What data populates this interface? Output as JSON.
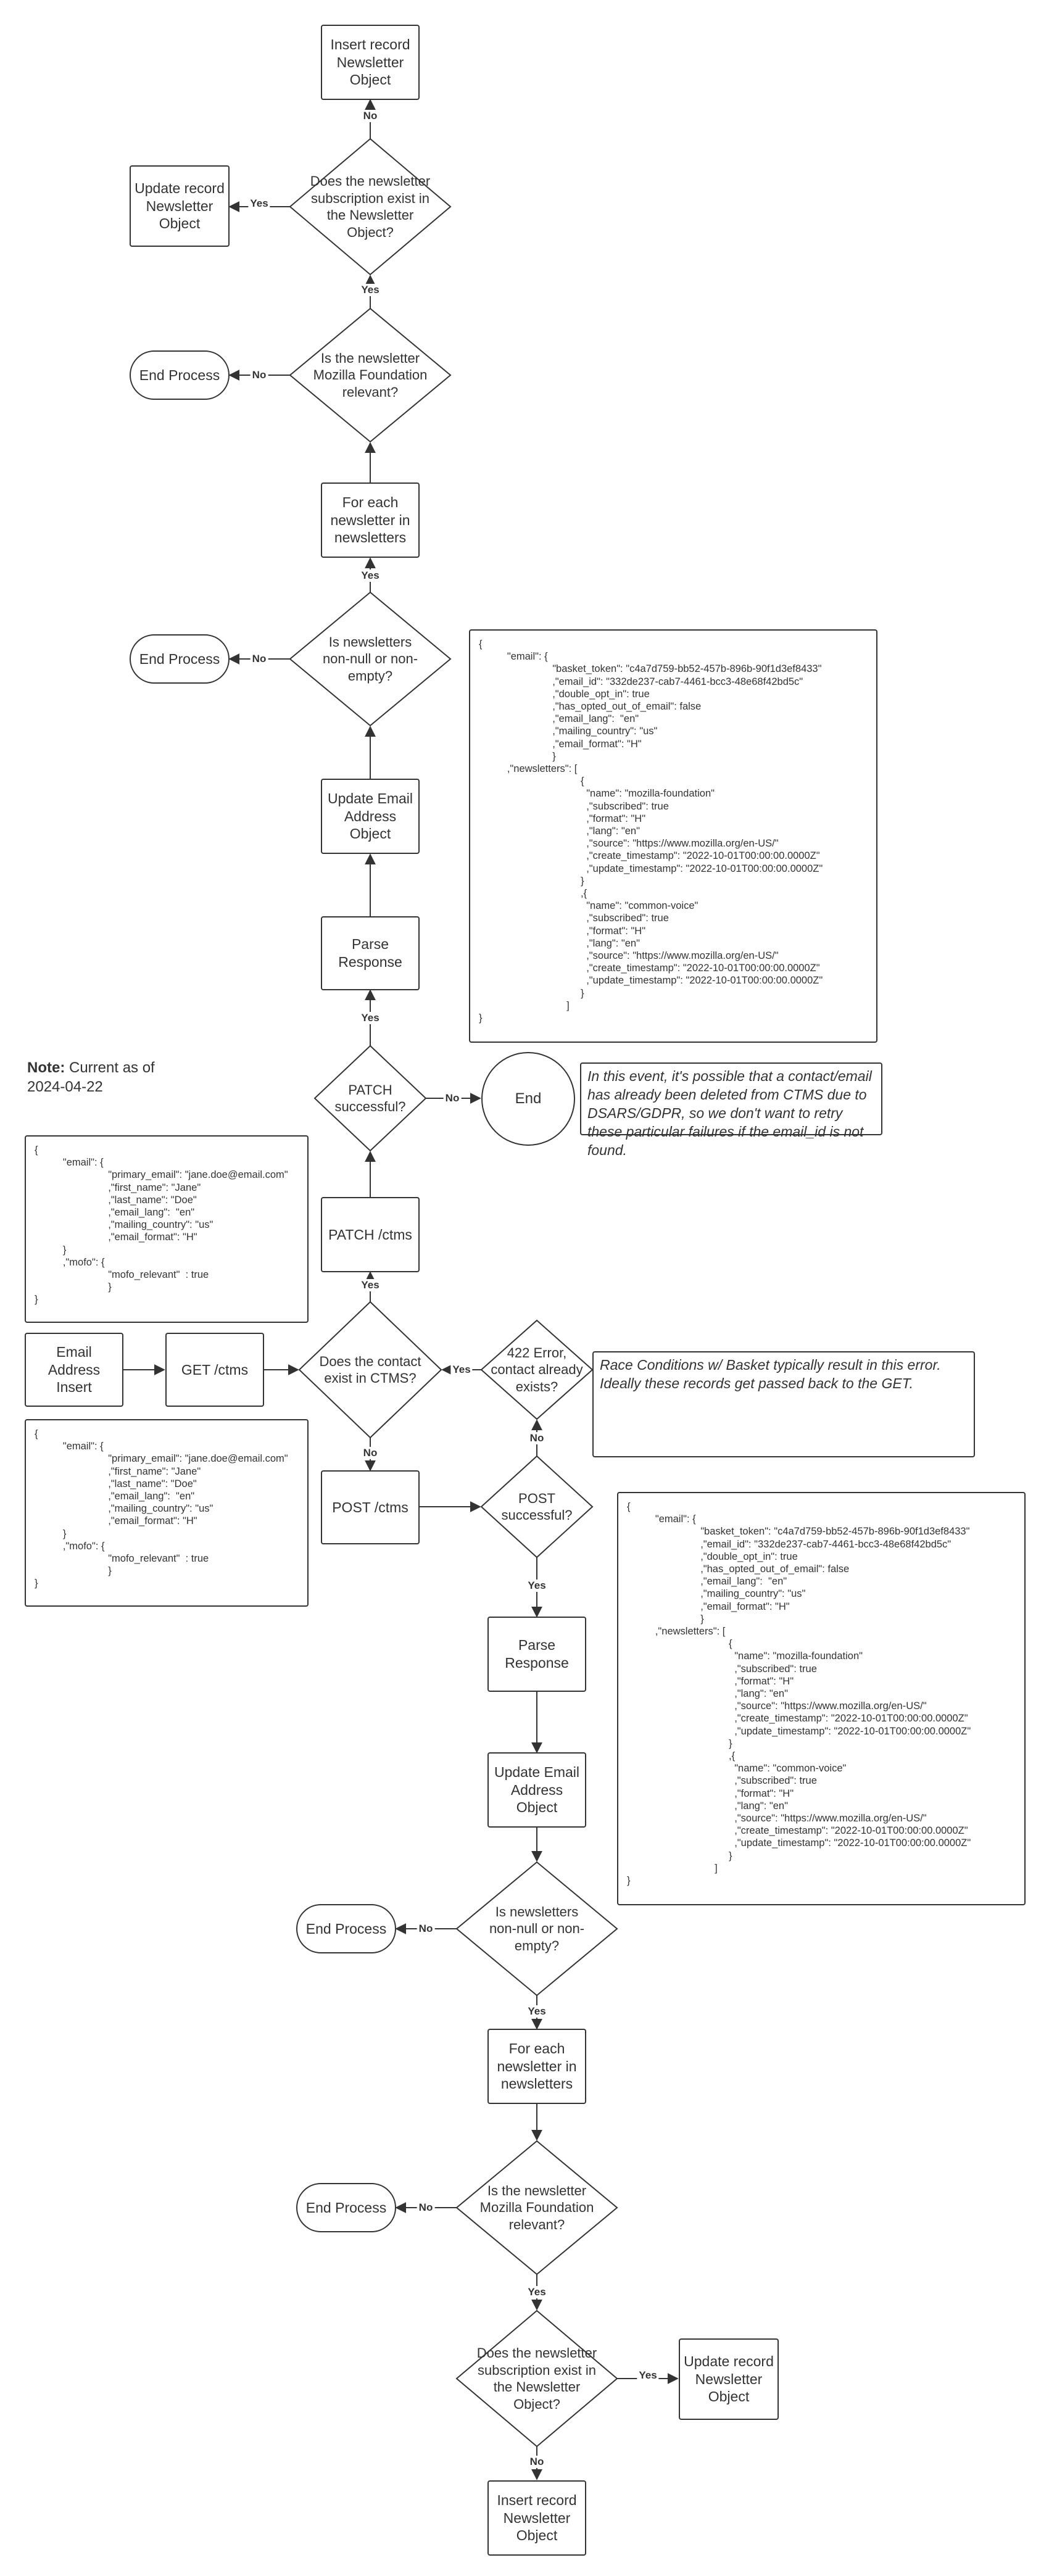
{
  "note": {
    "label": "Note:",
    "text": "Current as of 2024-04-22"
  },
  "processes": {
    "insert_record_top": "Insert record Newsletter Object",
    "update_record_top": "Update record Newsletter Object",
    "for_each_top": "For each newsletter in newsletters",
    "update_email_top": "Update Email Address Object",
    "parse_response_top": "Parse Response",
    "patch_ctms": "PATCH /ctms",
    "email_insert": "Email Address Insert",
    "get_ctms": "GET /ctms",
    "post_ctms": "POST /ctms",
    "parse_response_bottom": "Parse Response",
    "update_email_bottom": "Update Email Address Object",
    "for_each_bottom": "For each newsletter in newsletters",
    "update_record_bottom": "Update record Newsletter Object",
    "insert_record_bottom": "Insert record Newsletter Object"
  },
  "decisions": {
    "subscription_exists_top": "Does the newsletter subscription exist in the Newsletter Object?",
    "mofo_relevant_top": "Is the newsletter Mozilla Foundation relevant?",
    "newsletters_nonempty_top": "Is newsletters non-null or non-empty?",
    "patch_successful": "PATCH successful?",
    "contact_exists": "Does the contact exist in CTMS?",
    "error_422": "422 Error, contact already exists?",
    "post_successful": "POST successful?",
    "newsletters_nonempty_bottom": "Is newsletters non-null or non-empty?",
    "mofo_relevant_bottom": "Is the newsletter Mozilla Foundation relevant?",
    "subscription_exists_bottom": "Does the newsletter subscription exist in the Newsletter Object?"
  },
  "terminals": {
    "end_process_1": "End Process",
    "end_process_2": "End Process",
    "end_process_3": "End Process",
    "end_process_4": "End Process",
    "end": "End"
  },
  "edge_labels": {
    "yes": "Yes",
    "no": "No"
  },
  "notes": {
    "dsar": "In this event, it's possible that a contact/email has already been deleted from CTMS due to DSARS/GDPR, so we don't want to retry these particular failures if the email_id is not found.",
    "race": "Race Conditions w/ Basket typically result in this error. Ideally these records get passed back to the GET."
  },
  "payloads": {
    "patch_request": "{\n          \"email\": {\n                          \"primary_email\": \"jane.doe@email.com\"\n                          ,\"first_name\": \"Jane\"\n                          ,\"last_name\": \"Doe\"\n                          ,\"email_lang\":  \"en\"\n                          ,\"mailing_country\": \"us\"\n                          ,\"email_format\": \"H\"\n          }\n          ,\"mofo\": {\n                          \"mofo_relevant\"  : true\n                          }\n}",
    "post_request": "{\n          \"email\": {\n                          \"primary_email\": \"jane.doe@email.com\"\n                          ,\"first_name\": \"Jane\"\n                          ,\"last_name\": \"Doe\"\n                          ,\"email_lang\":  \"en\"\n                          ,\"mailing_country\": \"us\"\n                          ,\"email_format\": \"H\"\n          }\n          ,\"mofo\": {\n                          \"mofo_relevant\"  : true\n                          }\n}",
    "patch_response": "{\n          \"email\": {\n                          \"basket_token\": \"c4a7d759-bb52-457b-896b-90f1d3ef8433\"\n                          ,\"email_id\": \"332de237-cab7-4461-bcc3-48e68f42bd5c\"\n                          ,\"double_opt_in\": true\n                          ,\"has_opted_out_of_email\": false\n                          ,\"email_lang\":  \"en\"\n                          ,\"mailing_country\": \"us\"\n                          ,\"email_format\": \"H\"\n                          }\n          ,\"newsletters\": [\n                                    {\n                                      \"name\": \"mozilla-foundation\"\n                                      ,\"subscribed\": true\n                                      ,\"format\": \"H\"\n                                      ,\"lang\": \"en\"\n                                      ,\"source\": \"https://www.mozilla.org/en-US/\"\n                                      ,\"create_timestamp\": \"2022-10-01T00:00:00.0000Z\"\n                                      ,\"update_timestamp\": \"2022-10-01T00:00:00.0000Z\"\n                                    }\n                                    ,{\n                                      \"name\": \"common-voice\"\n                                      ,\"subscribed\": true\n                                      ,\"format\": \"H\"\n                                      ,\"lang\": \"en\"\n                                      ,\"source\": \"https://www.mozilla.org/en-US/\"\n                                      ,\"create_timestamp\": \"2022-10-01T00:00:00.0000Z\"\n                                      ,\"update_timestamp\": \"2022-10-01T00:00:00.0000Z\"\n                                    }\n                               ]\n}",
    "post_response": "{\n          \"email\": {\n                          \"basket_token\": \"c4a7d759-bb52-457b-896b-90f1d3ef8433\"\n                          ,\"email_id\": \"332de237-cab7-4461-bcc3-48e68f42bd5c\"\n                          ,\"double_opt_in\": true\n                          ,\"has_opted_out_of_email\": false\n                          ,\"email_lang\":  \"en\"\n                          ,\"mailing_country\": \"us\"\n                          ,\"email_format\": \"H\"\n                          }\n          ,\"newsletters\": [\n                                    {\n                                      \"name\": \"mozilla-foundation\"\n                                      ,\"subscribed\": true\n                                      ,\"format\": \"H\"\n                                      ,\"lang\": \"en\"\n                                      ,\"source\": \"https://www.mozilla.org/en-US/\"\n                                      ,\"create_timestamp\": \"2022-10-01T00:00:00.0000Z\"\n                                      ,\"update_timestamp\": \"2022-10-01T00:00:00.0000Z\"\n                                    }\n                                    ,{\n                                      \"name\": \"common-voice\"\n                                      ,\"subscribed\": true\n                                      ,\"format\": \"H\"\n                                      ,\"lang\": \"en\"\n                                      ,\"source\": \"https://www.mozilla.org/en-US/\"\n                                      ,\"create_timestamp\": \"2022-10-01T00:00:00.0000Z\"\n                                      ,\"update_timestamp\": \"2022-10-01T00:00:00.0000Z\"\n                                    }\n                               ]\n}"
  }
}
